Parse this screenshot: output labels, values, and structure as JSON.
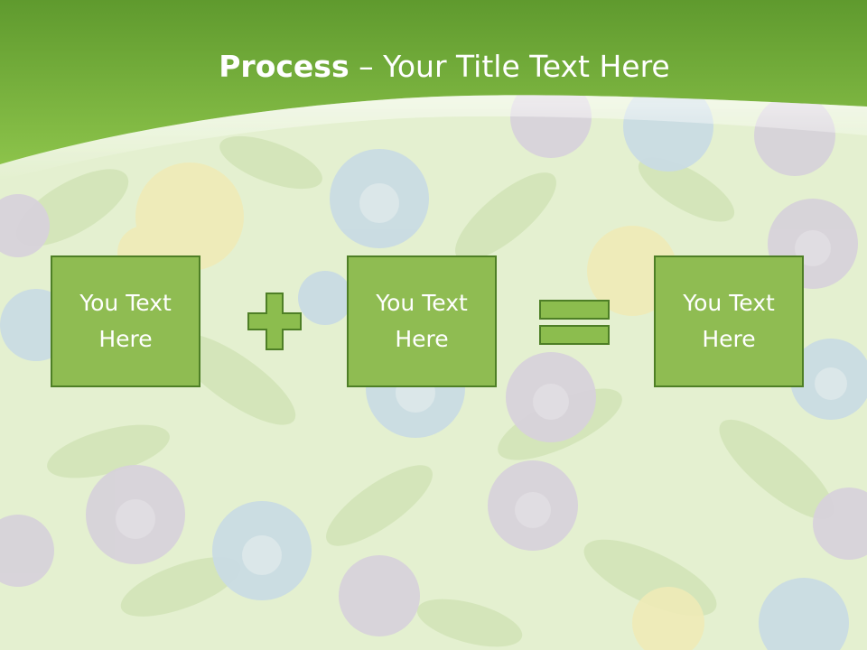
{
  "slide": {
    "title_bold": "Process",
    "title_dash": "–",
    "title_rest": "Your Title Text Here"
  },
  "boxes": [
    {
      "label": "You Text Here"
    },
    {
      "label": "You Text Here"
    },
    {
      "label": "You Text Here"
    }
  ],
  "operators": [
    "plus-icon",
    "equals-icon"
  ],
  "colors": {
    "header_green": "#86bd3f",
    "header_dark": "#5f9a2e",
    "box_fill": "#8fbc52",
    "box_border": "#4e7f26",
    "operator_fill": "#8cbd4e",
    "background": "#e4f0d0"
  }
}
